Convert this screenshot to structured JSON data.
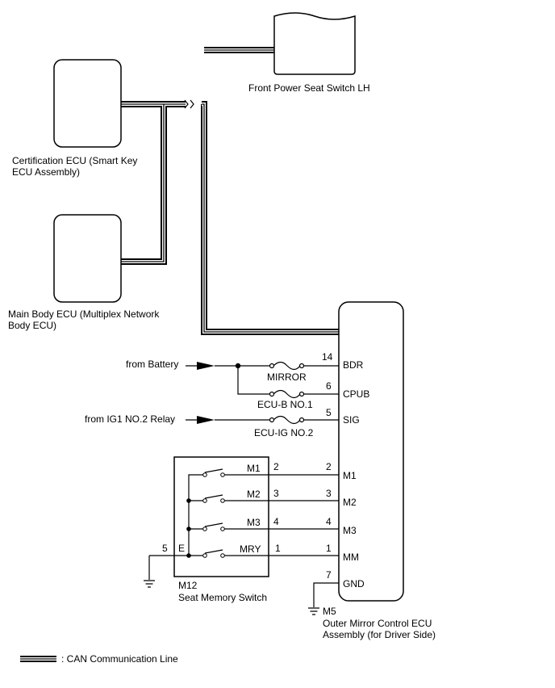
{
  "components": {
    "front_power_seat_switch": "Front Power Seat Switch LH",
    "certification_ecu": [
      "Certification ECU (Smart Key",
      "ECU Assembly)"
    ],
    "main_body_ecu": [
      "Main Body ECU (Multiplex Network",
      "Body ECU)"
    ],
    "seat_memory_switch": {
      "code": "M12",
      "name": "Seat Memory Switch"
    },
    "mirror_ecu": {
      "code": "M5",
      "name": [
        "Outer Mirror Control ECU",
        "Assembly (for Driver Side)"
      ]
    }
  },
  "sources": {
    "battery": "from Battery",
    "ig1": "from IG1 NO.2 Relay"
  },
  "fuses": {
    "mirror": "MIRROR",
    "ecu_b": "ECU-B NO.1",
    "ecu_ig": "ECU-IG NO.2"
  },
  "ecu_pins": [
    {
      "num": "14",
      "name": "BDR"
    },
    {
      "num": "6",
      "name": "CPUB"
    },
    {
      "num": "5",
      "name": "SIG"
    },
    {
      "num": "2",
      "name": "M1"
    },
    {
      "num": "3",
      "name": "M2"
    },
    {
      "num": "4",
      "name": "M3"
    },
    {
      "num": "1",
      "name": "MM"
    },
    {
      "num": "7",
      "name": "GND"
    }
  ],
  "switch_pins": [
    {
      "num": "2",
      "name": "M1"
    },
    {
      "num": "3",
      "name": "M2"
    },
    {
      "num": "4",
      "name": "M3"
    },
    {
      "num": "1",
      "name": "MRY"
    }
  ],
  "switch_ground": {
    "num": "5",
    "name": "E"
  },
  "legend": {
    "can_line": ": CAN Communication Line"
  }
}
